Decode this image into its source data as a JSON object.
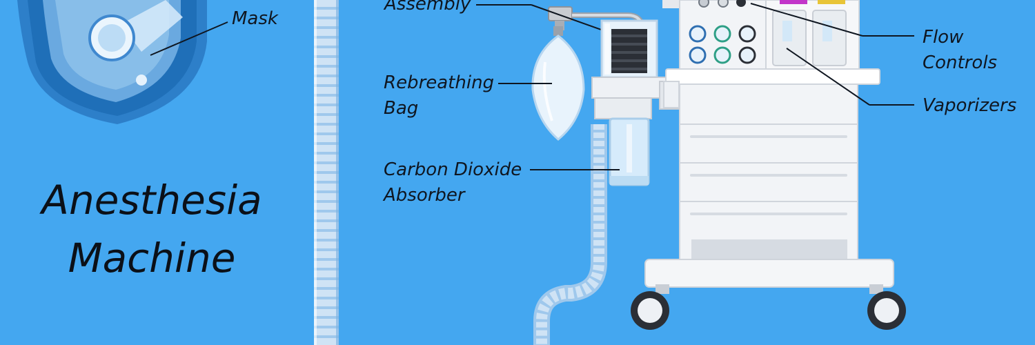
{
  "title": {
    "line1": "Anesthesia",
    "line2": "Machine"
  },
  "labels": {
    "mask": "Mask",
    "assembly": "Assembly",
    "rebreathing_bag_1": "Rebreathing",
    "rebreathing_bag_2": "Bag",
    "co2_absorber_1": "Carbon Dioxide",
    "co2_absorber_2": "Absorber",
    "flow_controls_1": "Flow",
    "flow_controls_2": "Controls",
    "vaporizers": "Vaporizers"
  },
  "colors": {
    "background": "#44a7f0",
    "mask_dark": "#1f6fb8",
    "mask_mid": "#4f95d4",
    "machine_body": "#f2f4f7",
    "machine_shadow": "#d6dbe2",
    "tube": "#cfe3f5",
    "label_text": "#0f1620",
    "vaporizer_tag_1": "#c235c9",
    "vaporizer_tag_2": "#e8c437"
  }
}
